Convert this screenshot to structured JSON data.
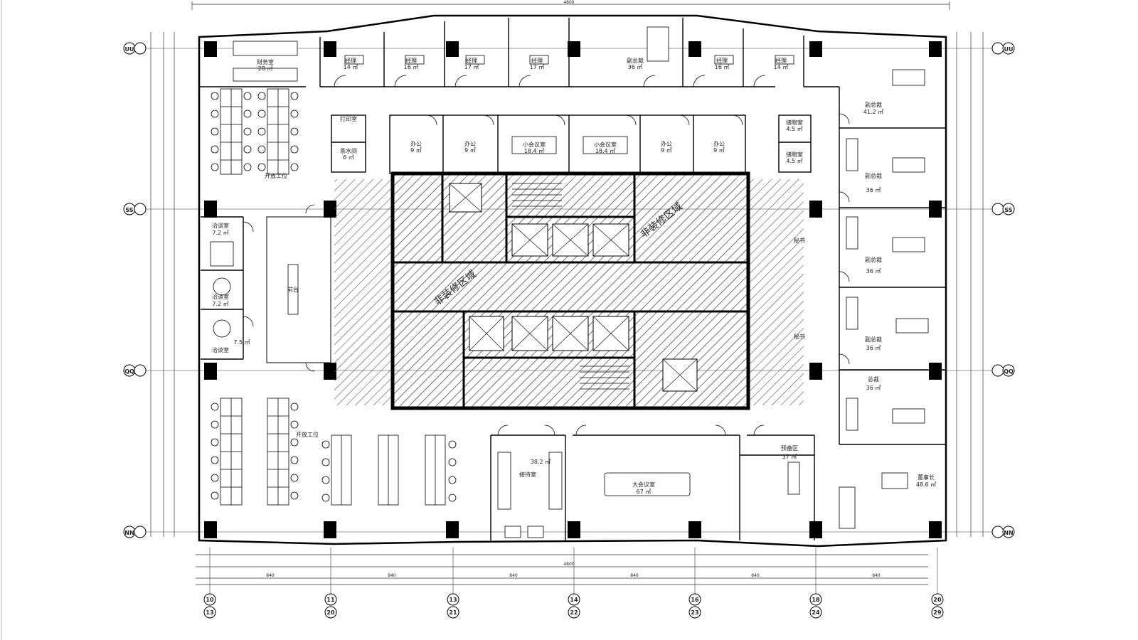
{
  "plan": {
    "grid": {
      "rows": [
        "UU",
        "SS",
        "QQ",
        "NN"
      ],
      "cols_top": [
        "10",
        "11",
        "13",
        "14",
        "16",
        "18",
        "20"
      ],
      "cols_bottom": [
        "13",
        "20",
        "21",
        "22",
        "23",
        "24",
        "29"
      ]
    },
    "rooms": [
      {
        "id": "finance",
        "name": "财务室",
        "area": "28 ㎡"
      },
      {
        "id": "mgr1",
        "name": "经理",
        "area": "14 ㎡"
      },
      {
        "id": "mgr2",
        "name": "经理",
        "area": "16 ㎡"
      },
      {
        "id": "mgr3",
        "name": "经理",
        "area": "17 ㎡"
      },
      {
        "id": "mgr4",
        "name": "经理",
        "area": "17 ㎡"
      },
      {
        "id": "vp_top",
        "name": "副总裁",
        "area": "36 ㎡"
      },
      {
        "id": "mgr5",
        "name": "经理",
        "area": "16 ㎡"
      },
      {
        "id": "mgr6",
        "name": "经理",
        "area": "14 ㎡"
      },
      {
        "id": "vp_right1",
        "name": "副总裁",
        "area": "41.2 ㎡"
      },
      {
        "id": "print",
        "name": "打印室",
        "area": ""
      },
      {
        "id": "tea",
        "name": "茶水间",
        "area": "6 ㎡"
      },
      {
        "id": "office1",
        "name": "办公",
        "area": "9 ㎡"
      },
      {
        "id": "office2",
        "name": "办公",
        "area": "9 ㎡"
      },
      {
        "id": "smallmeet1",
        "name": "小会议室",
        "area": "18.4 ㎡"
      },
      {
        "id": "smallmeet2",
        "name": "小会议室",
        "area": "18.4 ㎡"
      },
      {
        "id": "office3",
        "name": "办公",
        "area": "9 ㎡"
      },
      {
        "id": "office4",
        "name": "办公",
        "area": "9 ㎡"
      },
      {
        "id": "storage1",
        "name": "储物室",
        "area": "4.5 ㎡"
      },
      {
        "id": "storage2",
        "name": "储物室",
        "area": "4.5 ㎡"
      },
      {
        "id": "open_top",
        "name": "开放工位",
        "area": ""
      },
      {
        "id": "negotiate1",
        "name": "洽谈室",
        "area": "7.2 ㎡"
      },
      {
        "id": "negotiate2",
        "name": "洽谈室",
        "area": "7.2 ㎡"
      },
      {
        "id": "negotiate3",
        "name": "洽谈室",
        "area": "7.5 ㎡"
      },
      {
        "id": "reception",
        "name": "前台",
        "area": ""
      },
      {
        "id": "vp_right2",
        "name": "副总裁",
        "area": "36 ㎡"
      },
      {
        "id": "vp_right3",
        "name": "副总裁",
        "area": "36 ㎡"
      },
      {
        "id": "vp_right4",
        "name": "副总裁",
        "area": "36 ㎡"
      },
      {
        "id": "ceo",
        "name": "总裁",
        "area": "36 ㎡"
      },
      {
        "id": "secretary1",
        "name": "秘书",
        "area": ""
      },
      {
        "id": "secretary2",
        "name": "秘书",
        "area": ""
      },
      {
        "id": "open_bottom",
        "name": "开放工位",
        "area": ""
      },
      {
        "id": "guest",
        "name": "接待室",
        "area": "38.2 ㎡"
      },
      {
        "id": "bigmeet",
        "name": "大会议室",
        "area": "67 ㎡"
      },
      {
        "id": "prep",
        "name": "预备区",
        "area": "37 ㎡"
      },
      {
        "id": "chairman",
        "name": "董事长",
        "area": "48.6 ㎡"
      }
    ],
    "core": {
      "labels": [
        "非装修区域",
        "非装修区域"
      ]
    },
    "dimensions": {
      "total_width": "4800",
      "bottom_total": "4800",
      "bays": [
        "840",
        "840",
        "840",
        "840",
        "840",
        "840"
      ]
    }
  }
}
